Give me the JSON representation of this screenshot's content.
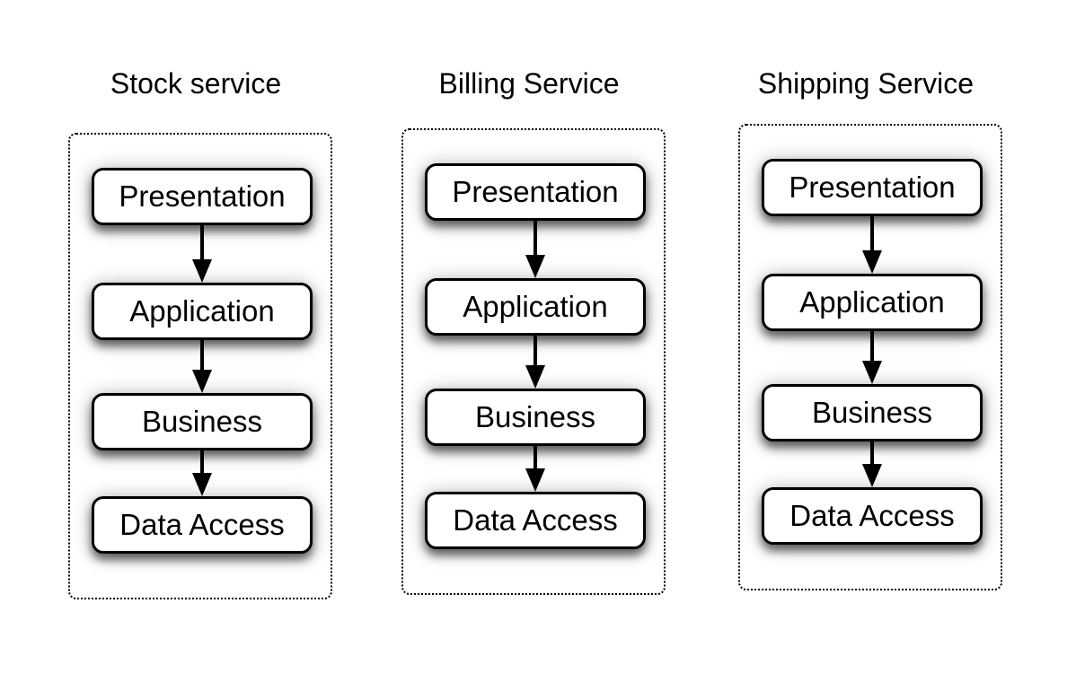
{
  "diagram": {
    "background_color": "#ffffff",
    "box_fill_color": "#ffffff",
    "line_color": "#000000",
    "text_color": "#000000",
    "services": [
      {
        "title": "Stock service",
        "layers": [
          "Presentation",
          "Application",
          "Business",
          "Data Access"
        ]
      },
      {
        "title": "Billing Service",
        "layers": [
          "Presentation",
          "Application",
          "Business",
          "Data Access"
        ]
      },
      {
        "title": "Shipping Service",
        "layers": [
          "Presentation",
          "Application",
          "Business",
          "Data Access"
        ]
      }
    ]
  }
}
